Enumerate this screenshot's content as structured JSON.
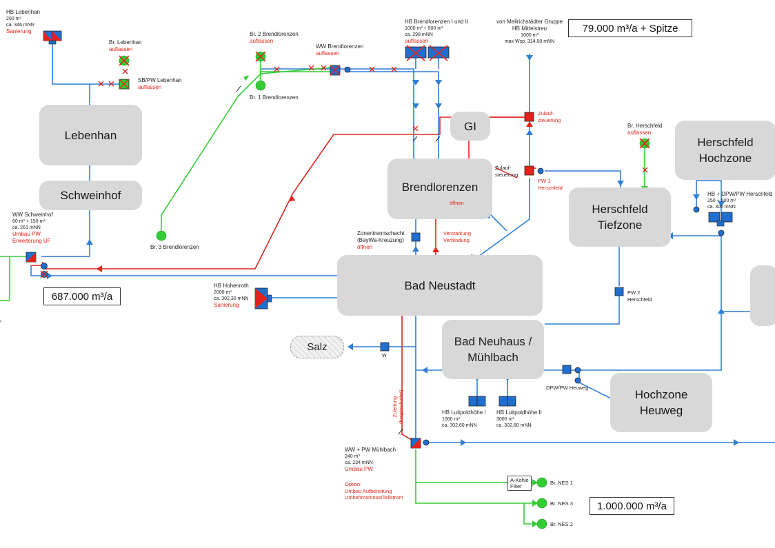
{
  "zones": {
    "lebenhan": "Lebenhan",
    "schweinhof": "Schweinhof",
    "brendlorenzen": "Brendlorenzen",
    "gi": "GI",
    "bad_neustadt": "Bad Neustadt",
    "herschfeld_tiefzone": "Herschfeld\nTiefzone",
    "herschfeld_hochzone": "Herschfeld\nHochzone",
    "bad_neuhaus": "Bad Neuhaus /\nMühlbach",
    "hochzone_heuweg": "Hochzone\nHeuweg",
    "salz": "Salz"
  },
  "totals": {
    "top": "79.000 m³/a + Spitze",
    "left": "687.000 m³/a",
    "bottom": "1.000.000 m³/a"
  },
  "labels": {
    "hb_lebenhan": {
      "name": "HB Lebenhan",
      "l1": "200 m³",
      "l2": "ca. 346 mNN",
      "action": "Sanierung"
    },
    "br_lebenhan": {
      "name": "Br. Lebenhan",
      "action": "auflassen"
    },
    "sbpw_lebenhan": {
      "name": "SB/PW Lebenhan",
      "action": "auflassen"
    },
    "br2_brendlorenzen": {
      "name": "Br. 2 Brendlorenzen",
      "action": "auflassen"
    },
    "br1_brendlorenzen": {
      "name": "Br. 1 Brendlorenzen"
    },
    "ww_brendlorenzen": {
      "name": "WW Brendlorenzen",
      "action": "auflassen"
    },
    "hb_brendlorenzen": {
      "name": "HB Brendlorenzen I und II",
      "l1": "1000 m³ + 500 m³",
      "l2": "ca. 298 mNN",
      "action": "auflassen"
    },
    "mellrichstadt": {
      "l1": "von Mellrichstädter Gruppe",
      "l2": "HB Mittelstreu",
      "l3": "1000 m³",
      "l4": "max Wsp. 314,00 mNN"
    },
    "zulauf_top": "Zulauf-\nsteuerung",
    "zulauf_cross": "Zulauf-\nsteuerung",
    "pw1": "PW 1\nHerschfeld",
    "br_herschfeld": {
      "name": "Br. Herschfeld",
      "action": "auflassen"
    },
    "hb_dpw_herschfeld": {
      "name": "HB + DPW/PW Herschfeld",
      "l1": "250 + 500 m³",
      "l2": "ca. 306 mNN"
    },
    "oeffnen_brend": "öffnen",
    "zonentrenn": {
      "l1": "Zonentrennschacht",
      "l2": "(BayWa-Kreuzung)",
      "action": "öffnen"
    },
    "verstaerkung": "Verstärkung\nVerbindung",
    "br3_brendlorenzen": "Br. 3 Brendlorenzen",
    "ww_schweinhof": {
      "name": "WW Schweinhof",
      "l1": "60 m³ + 150 m³",
      "l2": "ca. 261 mNN",
      "a1": "Umbau PW",
      "a2": "Erweiterung UF"
    },
    "hb_hohenroth": {
      "name": "HB Hohenroth",
      "l1": "2000 m³",
      "l2": "ca. 302,30 mNN",
      "action": "Sanierung"
    },
    "pw2": "PW 2\nHerschfeld",
    "w": "W",
    "dpw_heuweg": "DPW/PW Heuweg",
    "hb_luitpold1": {
      "name": "HB Luitpoldhöhe I",
      "l1": "1000 m³",
      "l2": "ca. 302,60 mNN"
    },
    "hb_luitpold2": {
      "name": "HB Luitpoldhöhe II",
      "l1": "3000 m³",
      "l2": "ca. 302,60 mNN"
    },
    "zuleitung": "Zuleitung\n(freigeschaltet)",
    "ww_muehlbach": {
      "name": "WW + PW Mühlbach",
      "l1": "240 m³",
      "l2": "ca. 234 mNN",
      "action": "Umbau PW"
    },
    "option": "Option:\nUmbau Aufbereitung\nUmkehrosmose/Teilstrom",
    "akohle": "A-Kohle\nFilter",
    "nes1": "Br. NES 1",
    "nes3": "Br. NES 3",
    "nes2": "Br. NES 2"
  },
  "colors": {
    "pipe": "#2f7fd6",
    "pipe_red": "#e3231b",
    "pipe_green": "#33cc33",
    "zone": "#d8d8d8",
    "node_blue": "#1f6fd1",
    "node_red": "#e3231b"
  }
}
